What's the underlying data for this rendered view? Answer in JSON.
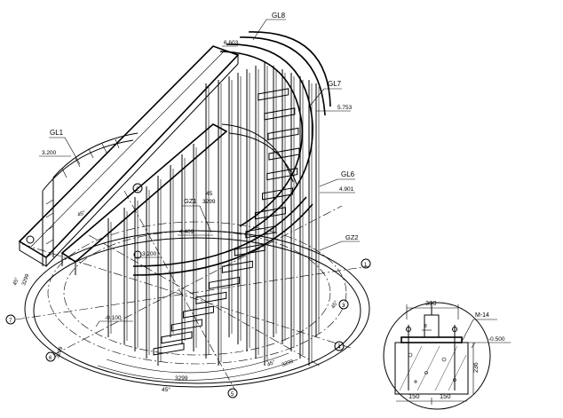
{
  "beams": {
    "gl8": "GL8",
    "gl7": "GL7",
    "gl6": "GL6",
    "gl1": "GL1",
    "gz1": "GZ1",
    "gz2": "GZ2"
  },
  "elevations": {
    "e_gl8": "6.603",
    "e_gl7": "5.753",
    "e_gl6": "4.901",
    "e_gl1": "3.200",
    "e_mid1": "4.409",
    "e_mid2": "3.200",
    "e_base": "-0.100",
    "e_detail": "-0.500"
  },
  "dimensions": {
    "r_top": "3299",
    "r_bottom": "3299",
    "ang_top": "45",
    "ang_bottom": "45°",
    "ang_a": "45°",
    "ang_b": "45°",
    "ang_c": "45°",
    "d_left1": "3299",
    "d_left2": "3299",
    "d_left3": "45°"
  },
  "axes": {
    "a1": "1",
    "a2": "2",
    "a3": "3",
    "a4": "4",
    "a5": "5",
    "a6": "6",
    "a7": "7"
  },
  "detail": {
    "width": "300",
    "plate": "M-14",
    "half_l": "150",
    "half_r": "150",
    "depth": "236",
    "weld": "8"
  }
}
